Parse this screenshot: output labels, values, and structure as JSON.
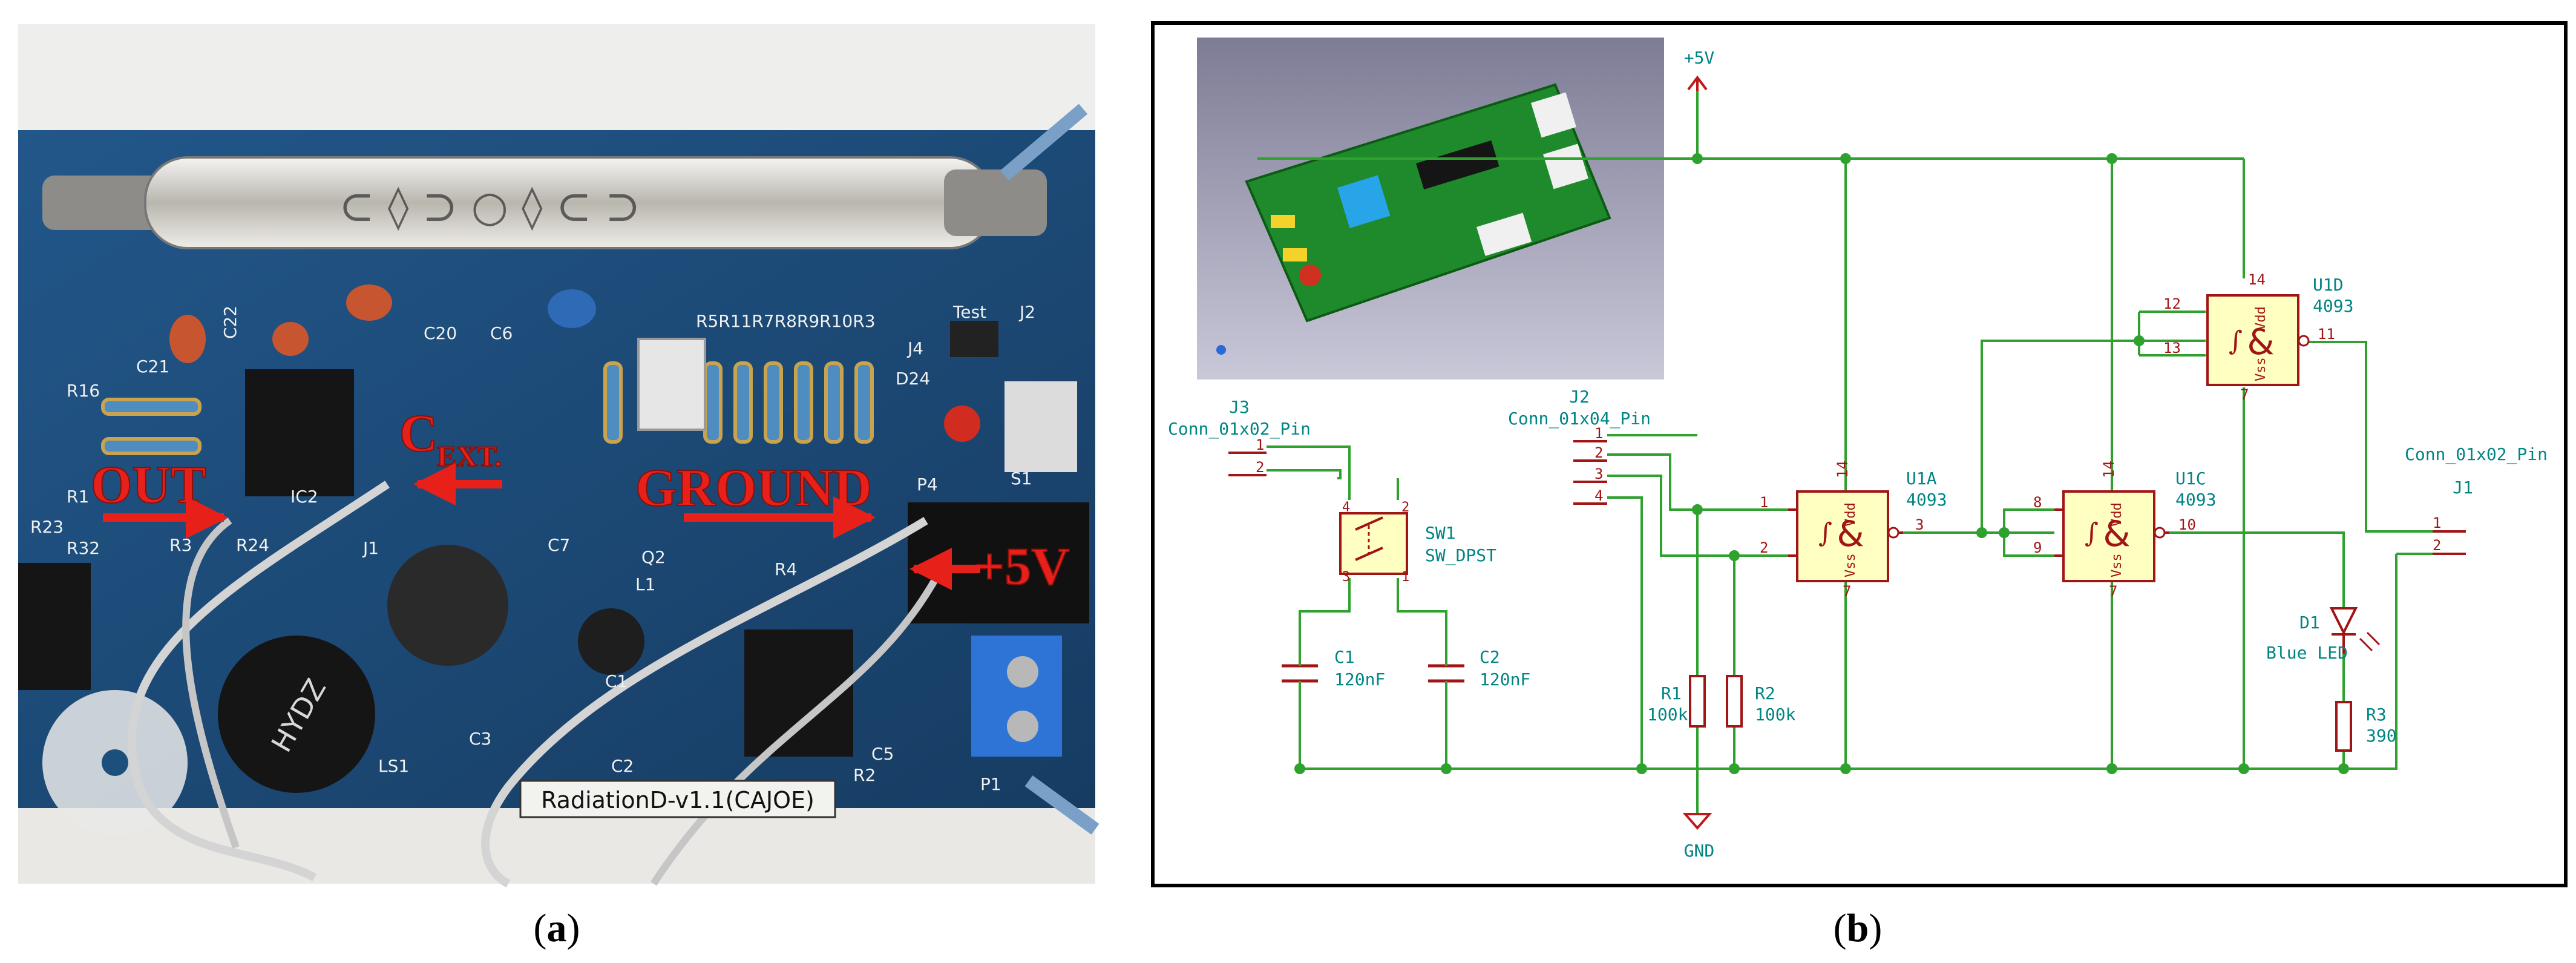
{
  "panel_a": {
    "caption_open": "(",
    "caption_letter": "a",
    "caption_close": ")",
    "board_labels": {
      "out": "OUT",
      "cext_main": "C",
      "cext_sub": "EXT.",
      "ground": "GROUND",
      "plus5v": "+5V",
      "board_name": "RadiationD-v1.1(CAJOE)",
      "buzzer": "HYDZ",
      "silk": [
        "C21",
        "C22",
        "R16",
        "R1",
        "R23",
        "R32",
        "R3",
        "R24",
        "IC2",
        "J1",
        "C20",
        "C6",
        "C7",
        "Q2",
        "R5R11R7R8R9R10R3",
        "D24",
        "J4",
        "Test",
        "J2",
        "S1",
        "P4",
        "R4",
        "R2",
        "C5",
        "C3",
        "C2",
        "C1",
        "LS1",
        "P1",
        "L1"
      ]
    },
    "colors": {
      "pcb": "#1d4f7c",
      "annotation": "#e8201a"
    }
  },
  "panel_b": {
    "caption_open": "(",
    "caption_letter": "b",
    "caption_close": ")",
    "colors": {
      "wire": "#2fa12f",
      "component": "#a01515",
      "ref": "#008484",
      "gate_fill": "#ffffc2",
      "power": "#c01818"
    },
    "power": {
      "vcc": "+5V",
      "gnd": "GND"
    },
    "connectors": {
      "j3": {
        "ref": "J3",
        "value": "Conn_01x02_Pin",
        "pins": [
          "1",
          "2"
        ]
      },
      "j2": {
        "ref": "J2",
        "value": "Conn_01x04_Pin",
        "pins": [
          "1",
          "2",
          "3",
          "4"
        ]
      },
      "j1": {
        "ref": "J1",
        "value": "Conn_01x02_Pin",
        "pins": [
          "1",
          "2"
        ]
      }
    },
    "switch": {
      "ref": "SW1",
      "value": "SW_DPST",
      "pins": [
        "1",
        "2",
        "3",
        "4"
      ]
    },
    "caps": [
      {
        "ref": "C1",
        "value": "120nF"
      },
      {
        "ref": "C2",
        "value": "120nF"
      }
    ],
    "resistors": [
      {
        "ref": "R1",
        "value": "100k"
      },
      {
        "ref": "R2",
        "value": "100k"
      },
      {
        "ref": "R3",
        "value": "390"
      }
    ],
    "led": {
      "ref": "D1",
      "value": "Blue LED"
    },
    "gates": [
      {
        "ref": "U1A",
        "value": "4093",
        "in1": "1",
        "in2": "2",
        "out": "3",
        "vdd": "14",
        "vss": "7"
      },
      {
        "ref": "U1C",
        "value": "4093",
        "in1": "8",
        "in2": "9",
        "out": "10",
        "vdd": "14",
        "vss": "7"
      },
      {
        "ref": "U1D",
        "value": "4093",
        "in1": "12",
        "in2": "13",
        "out": "11",
        "vdd": "14",
        "vss": "7"
      }
    ],
    "gate_text": {
      "vdd": "Vdd",
      "vss": "Vss",
      "amp": "&"
    }
  }
}
